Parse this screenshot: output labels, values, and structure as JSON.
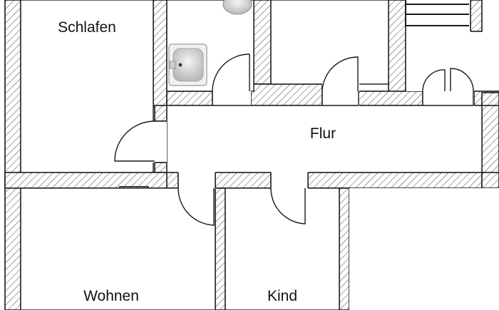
{
  "floor_plan": {
    "rooms": [
      {
        "id": "schlafen",
        "label": "Schlafen"
      },
      {
        "id": "flur",
        "label": "Flur"
      },
      {
        "id": "wohnen",
        "label": "Wohnen"
      },
      {
        "id": "kind",
        "label": "Kind"
      }
    ],
    "fixtures": [
      "toilet",
      "washbasin",
      "stairs"
    ],
    "colors": {
      "wall_line": "#1a1a1a",
      "background": "#ffffff"
    }
  }
}
